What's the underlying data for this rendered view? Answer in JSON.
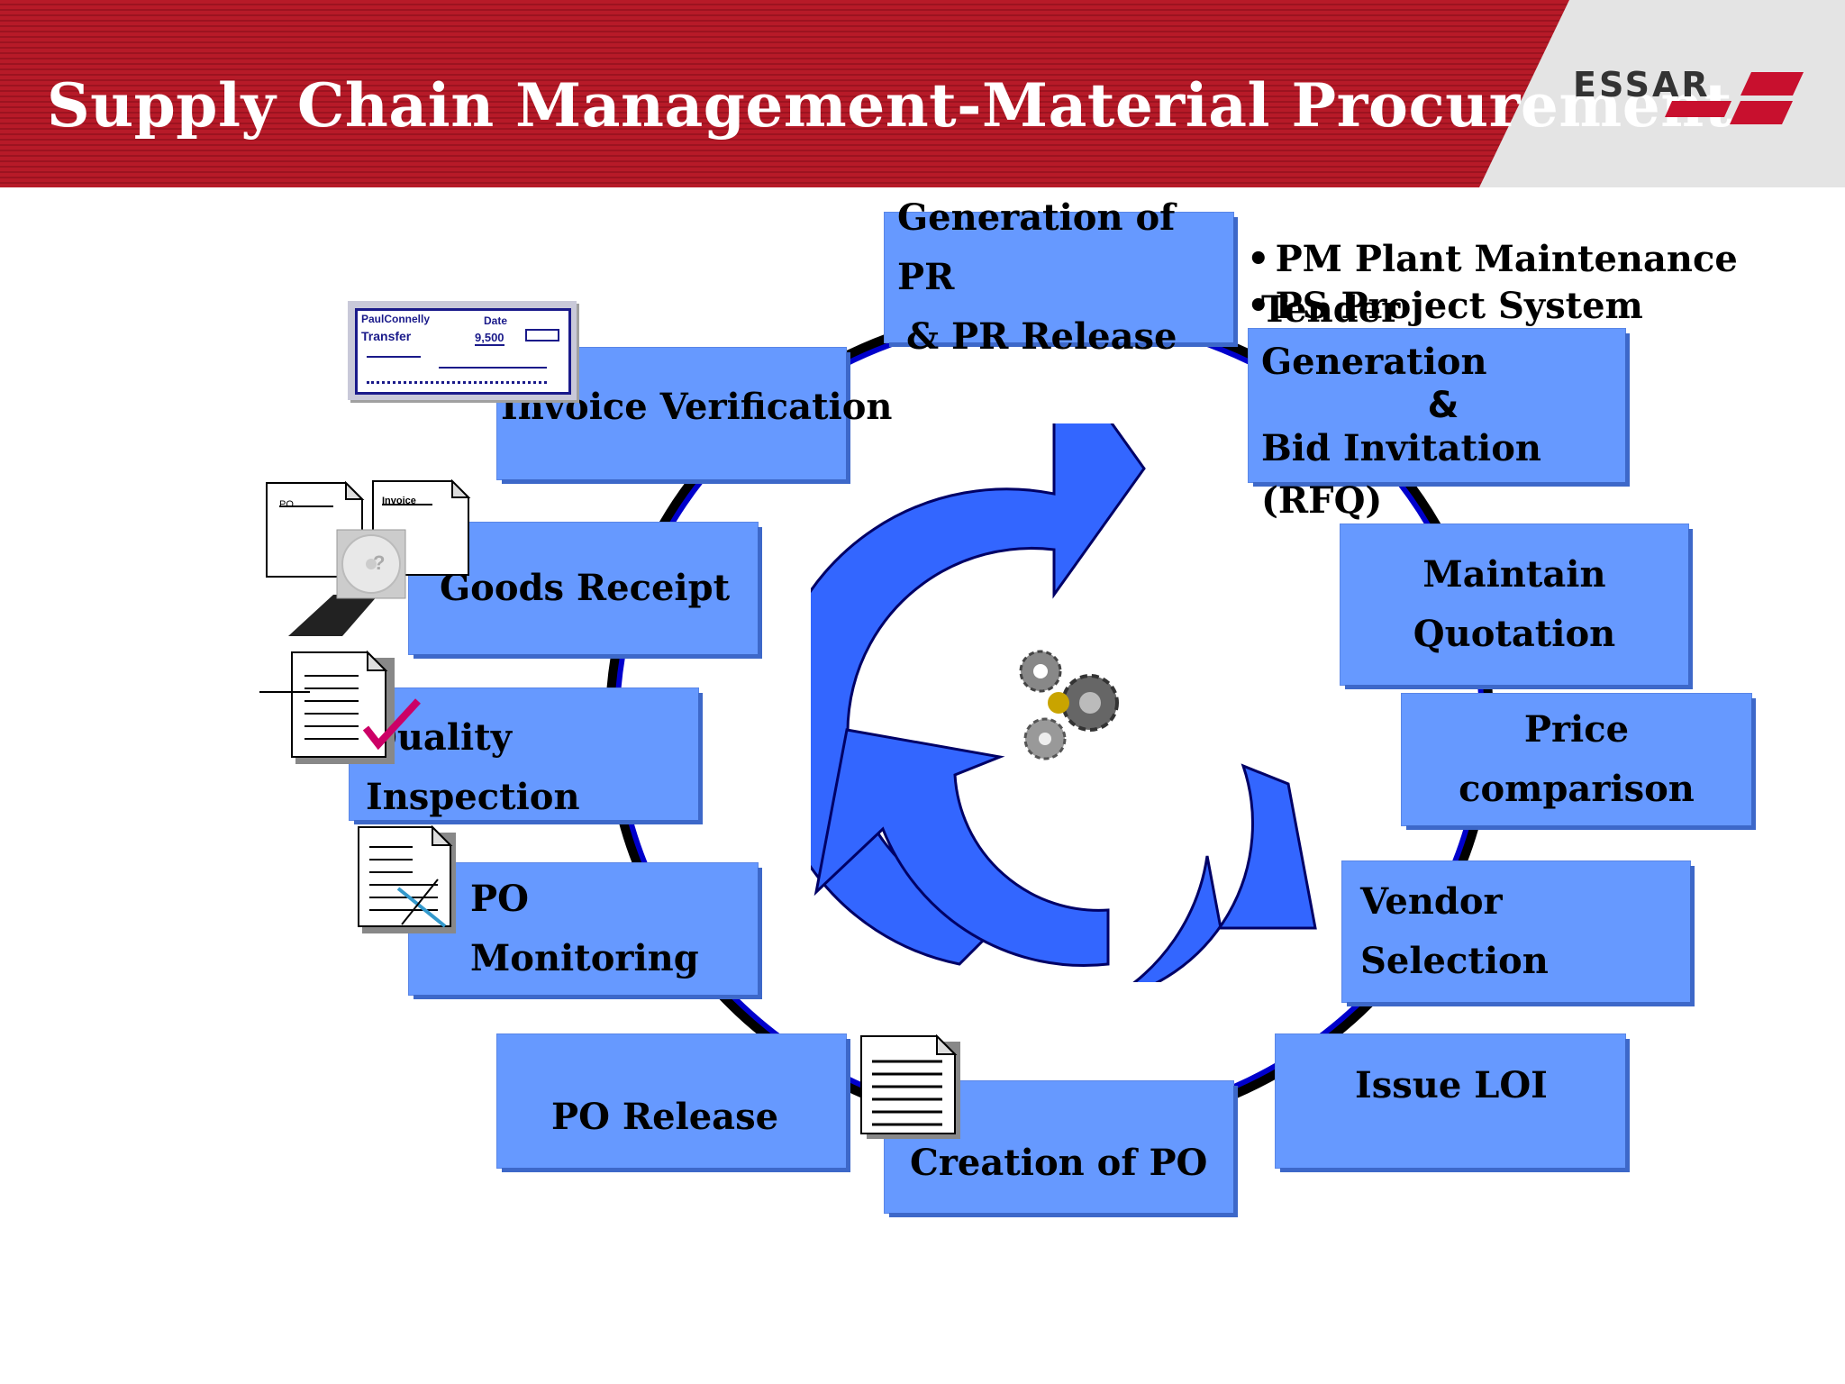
{
  "header": {
    "title": "Supply Chain Management-Material Procurement",
    "logo": "ESSAR"
  },
  "notes": [
    "PM Plant Maintenance",
    "PS Project System"
  ],
  "steps": {
    "pr": [
      "Generation of PR",
      "& PR Release"
    ],
    "tender": [
      "Tender  Generation",
      "&",
      "Bid Invitation (RFQ)"
    ],
    "quotation": [
      "Maintain",
      "Quotation"
    ],
    "price": [
      "Price",
      "comparison"
    ],
    "vendor": "Vendor  Selection",
    "loi": "Issue LOI",
    "creation_po": "Creation of PO",
    "po_release": "PO Release",
    "po_monitoring": "PO Monitoring",
    "quality": "Quality Inspection",
    "goods": "Goods Receipt",
    "invoice": "Invoice Verification"
  },
  "icons": {
    "cheque": {
      "payee": "PaulConnelly",
      "type": "Transfer",
      "date": "Date",
      "amount": "9,500"
    },
    "po_doc": "PO",
    "invoice_doc": "Invoice",
    "cd_mark": "?"
  },
  "colors": {
    "header_red": "#b71a28",
    "box_blue": "#6699ff",
    "arrow_blue": "#3366ff",
    "ring_blue": "#0000cc"
  }
}
